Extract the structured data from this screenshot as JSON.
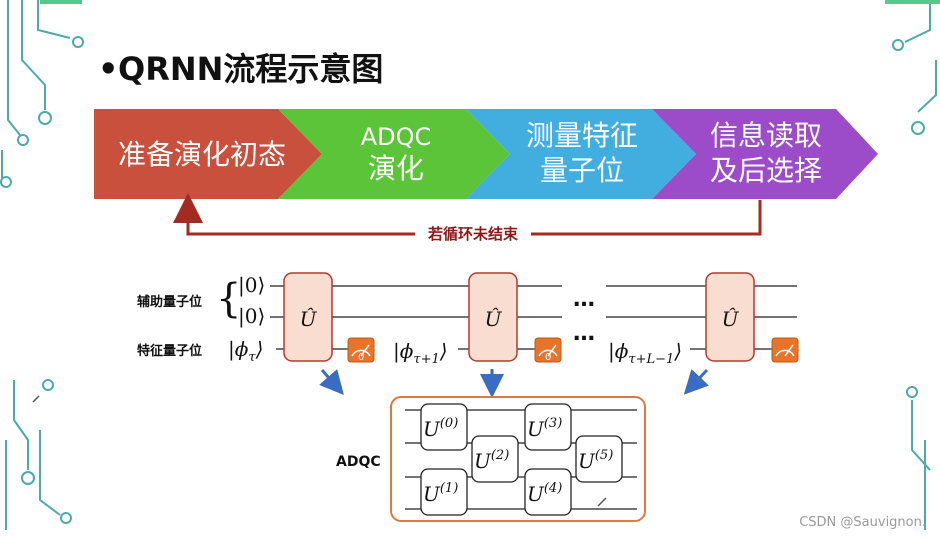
{
  "title": "QRNN流程示意图",
  "colors": {
    "step1": "#c8503c",
    "step2": "#5cc438",
    "step3": "#42aee0",
    "step4": "#9c4cc8",
    "loop": "#a32b22",
    "gate_fill": "#f9ddd0",
    "gate_stroke": "#b53a2c",
    "measure": "#e8742a",
    "adqc_border": "#e07840",
    "blue_arrow": "#3a6cc4",
    "decor": "#4fa9a9"
  },
  "steps": [
    {
      "line1": "准备演化初态",
      "line2": ""
    },
    {
      "line1": "ADQC",
      "line2": "演化"
    },
    {
      "line1": "测量特征",
      "line2": "量子位"
    },
    {
      "line1": "信息读取",
      "line2": "及后选择"
    }
  ],
  "loop_label": "若循环未结束",
  "circuit": {
    "aux_label": "辅助量子位",
    "feat_label": "特征量子位",
    "ket0": "|0⟩",
    "gate": "Û",
    "dots": "…",
    "ket_phi": "|ϕ",
    "ket_close": "⟩",
    "phi_subs": [
      "τ",
      "τ+1",
      "τ+L−1"
    ],
    "measure_zero": "0"
  },
  "adqc": {
    "label": "ADQC",
    "gate_base": "U",
    "gates": [
      "(0)",
      "(1)",
      "(2)",
      "(3)",
      "(4)",
      "(5)"
    ]
  },
  "watermark": "CSDN @Sauvignon."
}
